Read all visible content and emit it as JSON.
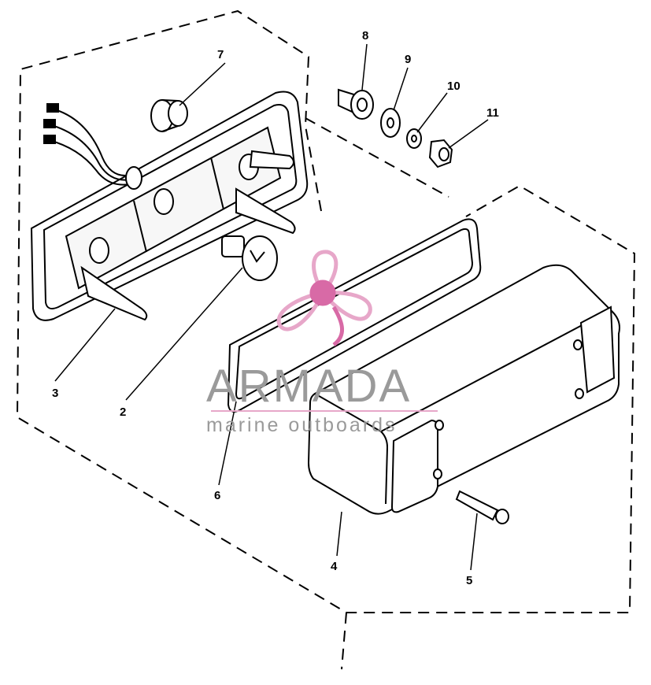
{
  "callouts": [
    {
      "id": "1",
      "label": "2"
    },
    {
      "id": "2",
      "label": "3"
    },
    {
      "id": "3",
      "label": "4"
    },
    {
      "id": "4",
      "label": "5"
    },
    {
      "id": "5",
      "label": "6"
    },
    {
      "id": "6",
      "label": "7"
    },
    {
      "id": "7",
      "label": "8"
    },
    {
      "id": "8",
      "label": "9"
    },
    {
      "id": "9",
      "label": "10"
    },
    {
      "id": "10",
      "label": "11"
    }
  ],
  "watermark": {
    "brand": "ARMADA",
    "tagline": "marine outboards",
    "colors": {
      "text": "#9a9a9a",
      "logo": "#e7a7c9",
      "logo_dark": "#d86aa6"
    }
  },
  "colors": {
    "line": "#000000",
    "background": "#ffffff"
  }
}
